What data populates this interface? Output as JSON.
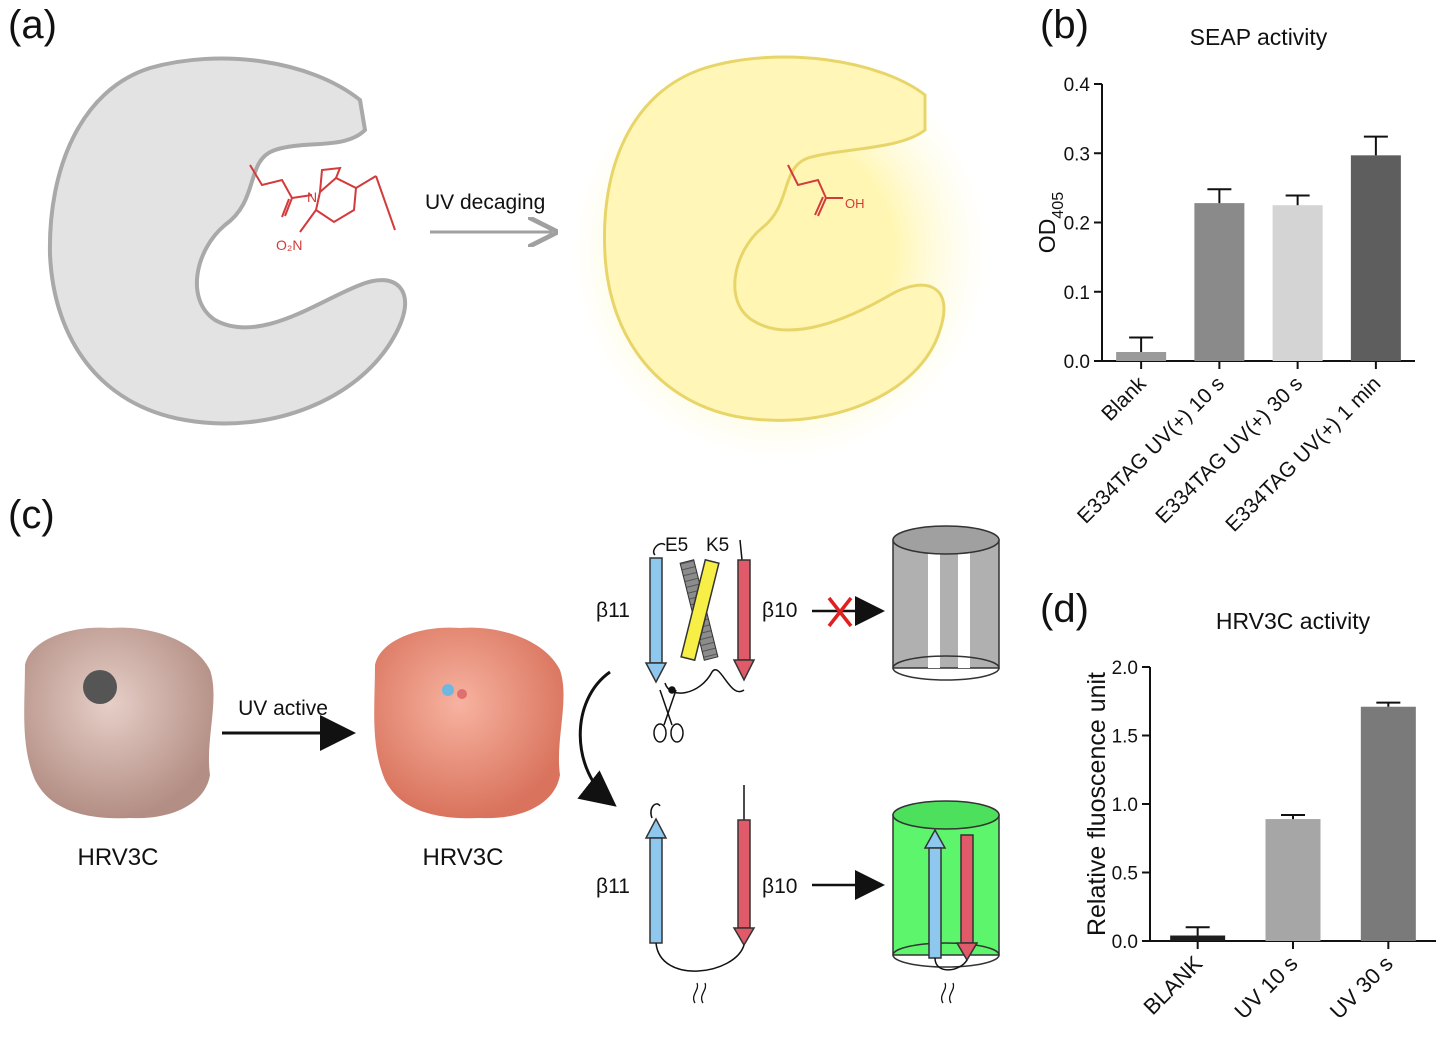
{
  "panels": {
    "a": {
      "label": "(a)",
      "arrow_label": "UV decaging",
      "chem_labels": {
        "n": "N",
        "no2": "O₂N",
        "oh": "OH"
      }
    },
    "b": {
      "label": "(b)"
    },
    "c": {
      "label": "(c)",
      "protein_inactive": "HRV3C",
      "protein_active": "HRV3C",
      "arrow_label": "UV active",
      "beta11": "β11",
      "beta10": "β10",
      "e5": "E5",
      "k5": "K5"
    },
    "d": {
      "label": "(d)"
    }
  },
  "chart_data": [
    {
      "type": "bar",
      "title": "SEAP activity",
      "ylabel": "OD405",
      "ylabel_main": "OD",
      "ylabel_sub": "405",
      "categories": [
        "Blank",
        "E334TAG UV(+) 10 s",
        "E334TAG UV(+) 30 s",
        "E334TAG UV(+) 1 min"
      ],
      "values": [
        0.013,
        0.228,
        0.225,
        0.297
      ],
      "errors": [
        0.021,
        0.02,
        0.014,
        0.027
      ],
      "colors": [
        "#9a9a9a",
        "#8a8a8a",
        "#d4d4d4",
        "#5e5e5e"
      ],
      "ylim": [
        0,
        0.4
      ],
      "yticks": [
        "0.0",
        "0.1",
        "0.2",
        "0.3",
        "0.4"
      ]
    },
    {
      "type": "bar",
      "title": "HRV3C activity",
      "ylabel": "Relative fluoscence unit",
      "categories": [
        "BLANK",
        "UV 10 s",
        "UV 30 s"
      ],
      "values": [
        0.04,
        0.89,
        1.71
      ],
      "errors": [
        0.06,
        0.03,
        0.03
      ],
      "colors": [
        "#1e1e1e",
        "#a6a6a6",
        "#7a7a7a"
      ],
      "ylim": [
        0,
        2.0
      ],
      "yticks": [
        "0.0",
        "0.5",
        "1.0",
        "1.5",
        "2.0"
      ]
    }
  ]
}
